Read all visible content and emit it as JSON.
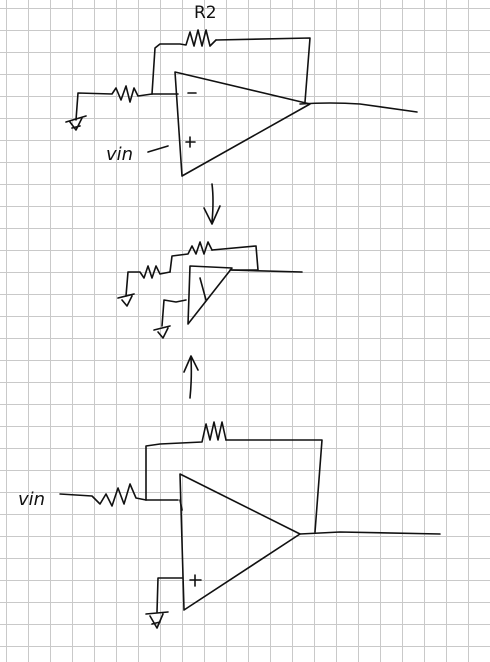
{
  "colors": {
    "ink": "#111111",
    "grid_line": "#c9c9c9",
    "paper": "#ffffff"
  },
  "labels": {
    "r2": "R2",
    "vin_top": "vin",
    "vin_bottom": "vin",
    "minus": "-",
    "plus_top": "+",
    "plus_bottom": "+"
  }
}
